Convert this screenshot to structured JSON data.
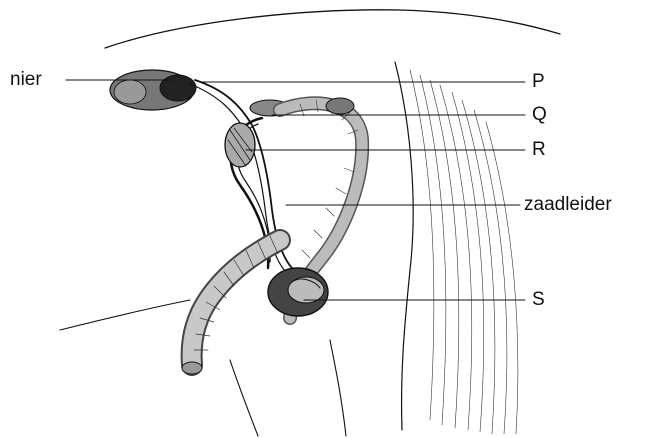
{
  "labels": {
    "nier": "nier",
    "p": "P",
    "q": "Q",
    "r": "R",
    "zaadleider": "zaadleider",
    "s": "S"
  },
  "colors": {
    "ink": "#111111",
    "background": "#ffffff"
  }
}
